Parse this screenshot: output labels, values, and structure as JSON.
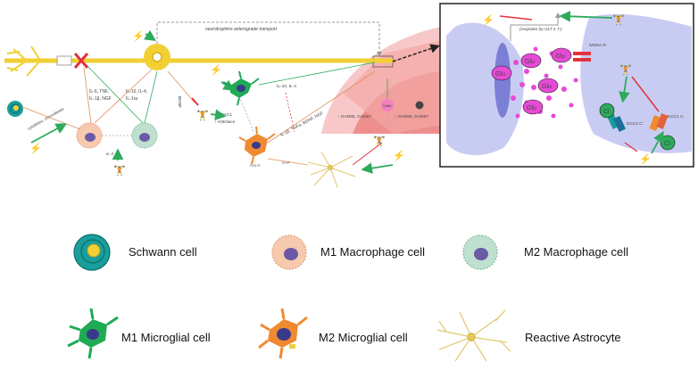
{
  "diagram": {
    "labels": {
      "transport": "neurotrophins anterograde transport",
      "reuptake": "(reuptake by GLT-1 T.)",
      "nmda": "NMDA R.",
      "kcc2": "KCC2 C.",
      "kcc1": "KCC1 C.",
      "cytokines": "cytokines, chemokines",
      "m1_cytokines_1": "IL-6, TNF,",
      "m1_cytokines_2": "IL-1β, NGF",
      "m2_cytokines_1": "IL-10, IL-4,",
      "m2_cytokines_2": "IL-1ra",
      "il4": "IL-4",
      "bdnf": "BDNF",
      "hdac": "↓ HDAC1",
      "h3k": "↑ H3K9ace",
      "il10_il4": "IL-10, IL-4",
      "inflam": "IL-1β, TNFα, BDNF, NGF",
      "gad_up": "↑ GAD65, GAD67",
      "gad_down": "↓ GAD65, GAD67",
      "gaba": "GABA",
      "atp": "ATP",
      "p2x4": "P2X R."
    },
    "glu": [
      "Glu",
      "Glu",
      "Glu",
      "Glu",
      "Glu"
    ],
    "cl": [
      "Cl",
      "Cl"
    ]
  },
  "legend": [
    {
      "name": "Schwann cell"
    },
    {
      "name": "M1 Macrophage cell"
    },
    {
      "name": "M2 Macrophage cell"
    },
    {
      "name": "M1 Microglial cell"
    },
    {
      "name": "M2 Microglial cell"
    },
    {
      "name": "Reactive Astrocyte"
    }
  ],
  "colors": {
    "nerve": "#f2d034",
    "cord": "#f4a0a0",
    "cord_dark": "#e4625f",
    "synapse": "#c9ccf2",
    "glu": "#e74ad6",
    "m1_macro": "#f7c9ae",
    "m2_macro": "#bfe0cf",
    "m1_micro": "#1faa55",
    "m2_micro": "#f08a30",
    "schwann": "#1a9e9b",
    "green_arrow": "#2daa5b",
    "red_arrow": "#e2323c"
  }
}
